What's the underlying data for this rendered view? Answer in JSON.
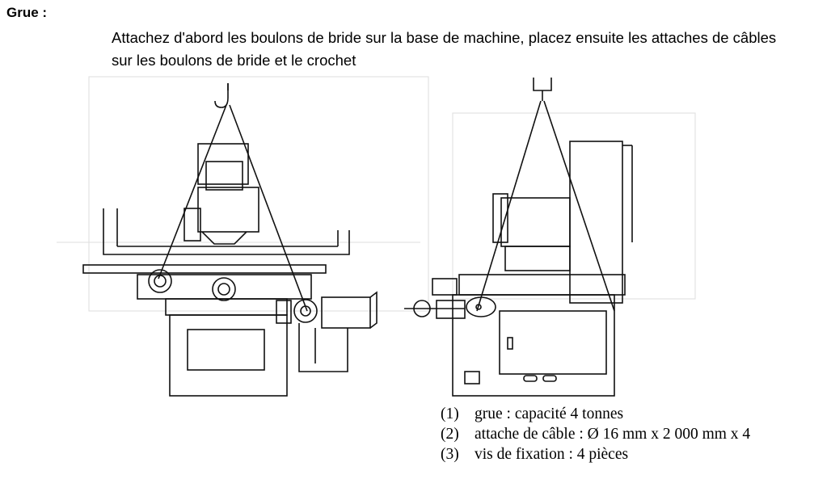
{
  "heading": "Grue :",
  "intro": "Attachez d'abord les boulons de bride sur la base de machine, placez ensuite les attaches de câbles sur les boulons de bride et le crochet",
  "legend": [
    {
      "num": "(1)",
      "text": "grue : capacité 4 tonnes"
    },
    {
      "num": "(2)",
      "text": "attache de câble : Ø 16 mm x 2 000 mm x 4"
    },
    {
      "num": "(3)",
      "text": "vis de fixation : 4 pièces"
    }
  ]
}
